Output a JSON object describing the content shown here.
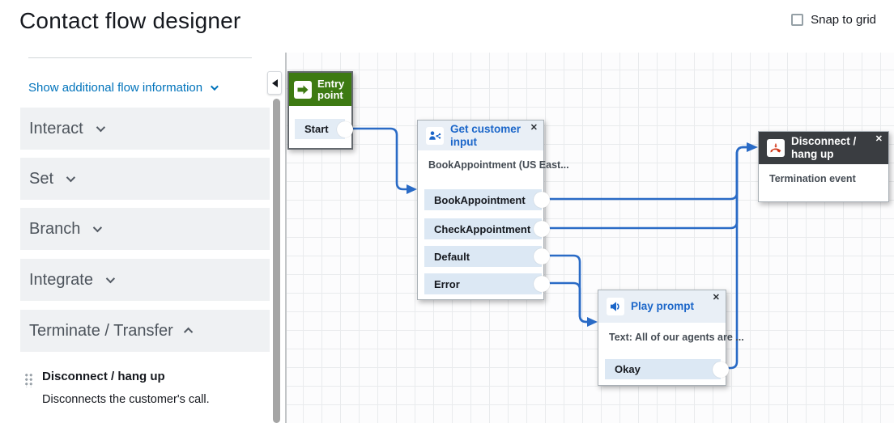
{
  "header": {
    "title": "Contact flow designer",
    "snap_to_grid_label": "Snap to grid"
  },
  "sidebar": {
    "show_info_label": "Show additional flow information",
    "sections": [
      {
        "label": "Interact",
        "expanded": false
      },
      {
        "label": "Set",
        "expanded": false
      },
      {
        "label": "Branch",
        "expanded": false
      },
      {
        "label": "Integrate",
        "expanded": false
      },
      {
        "label": "Terminate / Transfer",
        "expanded": true
      }
    ],
    "blocks": [
      {
        "title": "Disconnect / hang up",
        "description": "Disconnects the customer's call."
      }
    ]
  },
  "canvas": {
    "close_glyph": "✕",
    "colors": {
      "connector_blue": "#2a6bc6",
      "node_title_blue": "#1b66c9",
      "entry_green": "#3d7a12",
      "disconnect_header": "#3a3d41",
      "disconnect_red": "#d13212",
      "link_blue": "#0073bb"
    },
    "nodes": {
      "entry": {
        "title": "Entry point",
        "outputs": [
          "Start"
        ]
      },
      "get_customer_input": {
        "title": "Get customer input",
        "param": "BookAppointment (US East...",
        "outputs": [
          "BookAppointment",
          "CheckAppointment",
          "Default",
          "Error"
        ]
      },
      "play_prompt": {
        "title": "Play prompt",
        "param": "Text: All of our agents are ...",
        "outputs": [
          "Okay"
        ]
      },
      "disconnect": {
        "title": "Disconnect / hang up",
        "param": "Termination event",
        "outputs": []
      }
    }
  }
}
